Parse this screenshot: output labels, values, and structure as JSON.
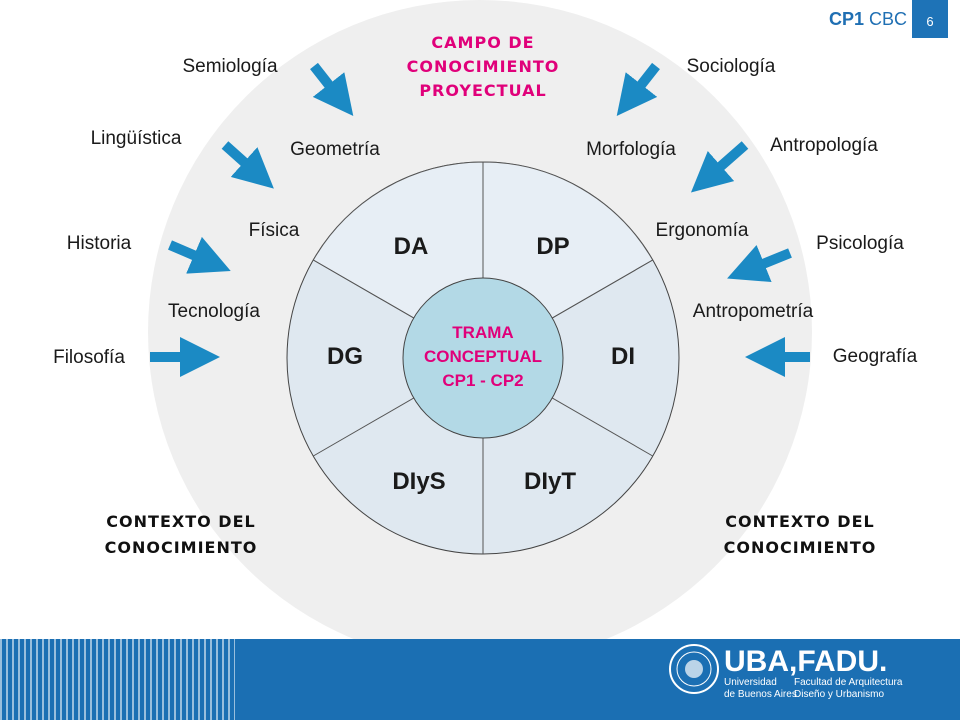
{
  "header": {
    "course_bold": "CP1",
    "course_rest": "CBC",
    "page_number": "6"
  },
  "campo": {
    "line1": "CAMPO DE",
    "line2": "CONOCIMIENTO",
    "line3": "PROYECTUAL"
  },
  "disciplines": {
    "semiologia": "Semiología",
    "linguistica": "Lingüística",
    "historia": "Historia",
    "filosofia": "Filosofía",
    "geometria": "Geometría",
    "fisica": "Física",
    "tecnologia": "Tecnología",
    "sociologia": "Sociología",
    "antropologia": "Antropología",
    "psicologia": "Psicología",
    "geografia": "Geografía",
    "morfologia": "Morfología",
    "ergonomia": "Ergonomía",
    "antropometria": "Antropometría"
  },
  "sectors": {
    "da": "DA",
    "dp": "DP",
    "di": "DI",
    "dyt": "DIyT",
    "dys": "DIyS",
    "dg": "DG"
  },
  "center": {
    "line1": "TRAMA",
    "line2": "CONCEPTUAL",
    "line3": "CP1 - CP2"
  },
  "context": {
    "left_line1": "CONTEXTO DEL",
    "left_line2": "CONOCIMIENTO",
    "right_line1": "CONTEXTO DEL",
    "right_line2": "CONOCIMIENTO"
  },
  "footer": {
    "brand": "UBA,FADU.",
    "univ_line1": "Universidad",
    "univ_line2": "de Buenos Aires",
    "fac_line1": "Facultad de Arquitectura",
    "fac_line2": "Diseño y Urbanismo"
  },
  "colors": {
    "accent_magenta": "#e0007a",
    "arrow_blue": "#1b8ac4",
    "footer_blue": "#1b6fb3",
    "sector_fill": "#dfe8f0",
    "center_fill": "#b3d9e6"
  }
}
